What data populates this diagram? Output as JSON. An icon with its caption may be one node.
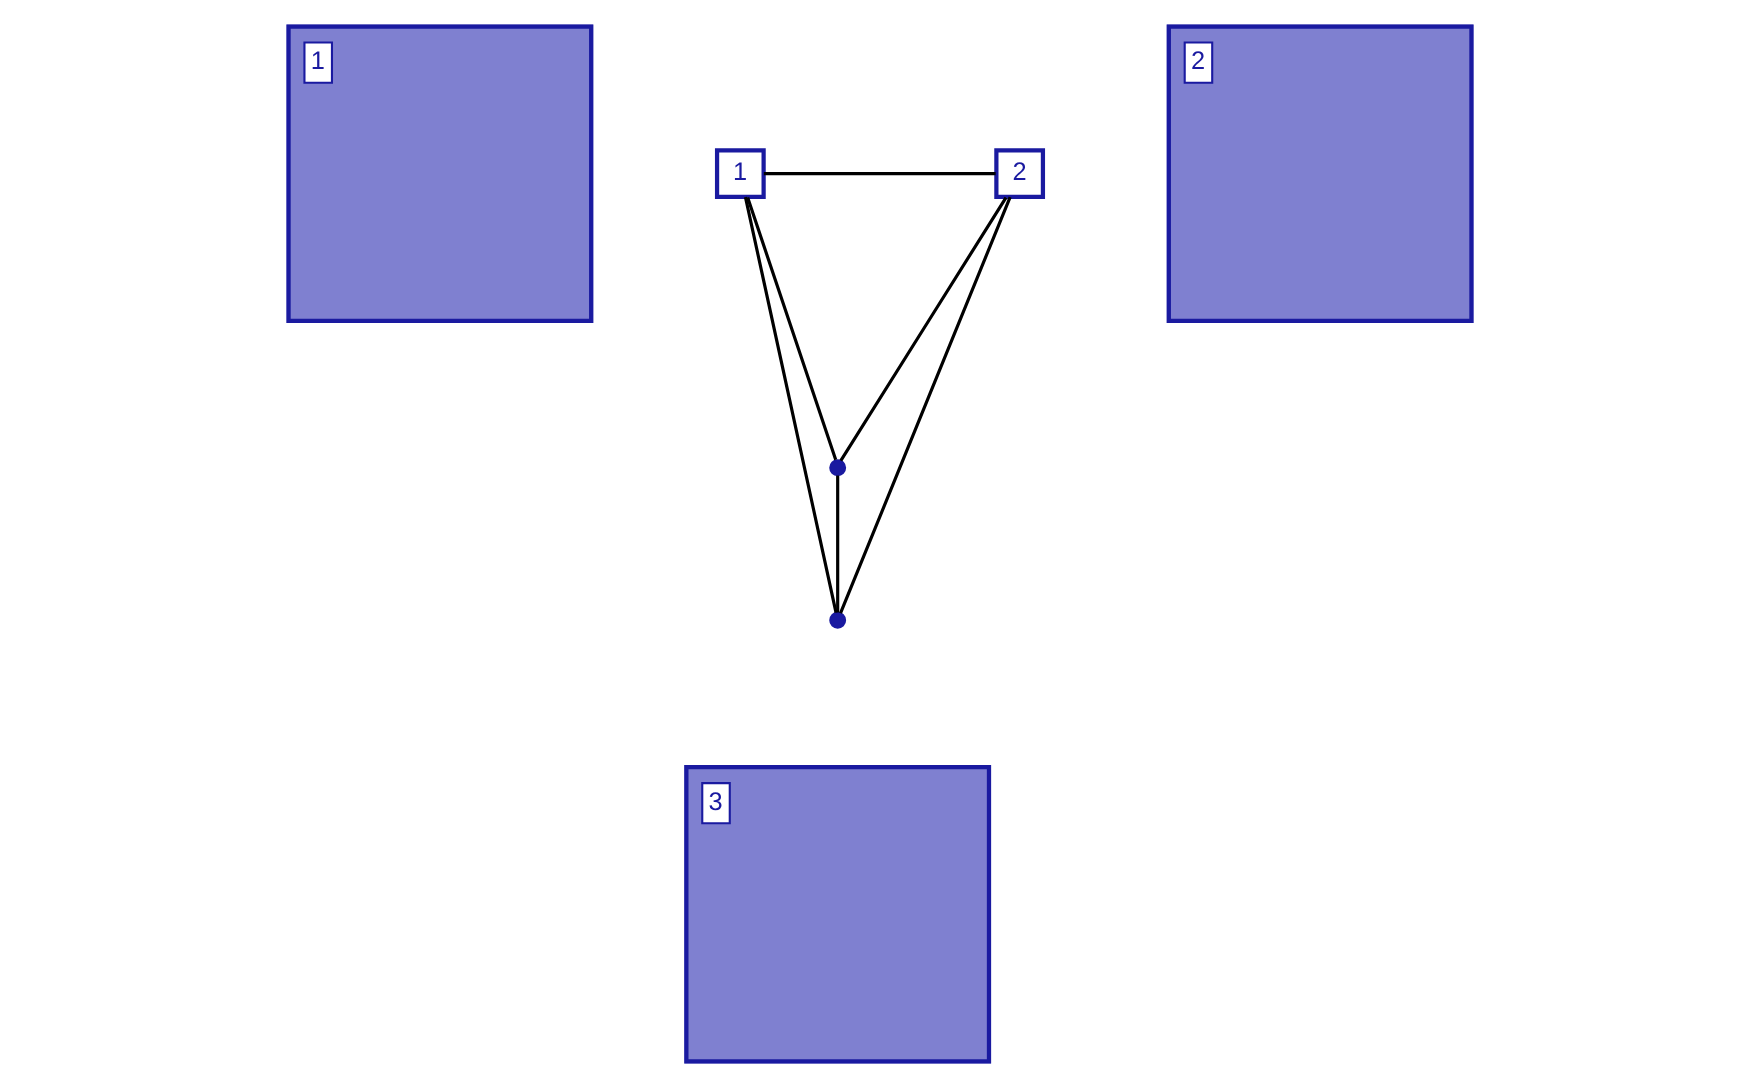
{
  "diagram": {
    "nodes": [
      {
        "text": [
          "1"
        ]
      },
      {
        "text": [
          "1"
        ]
      },
      {
        "text": [
          "2"
        ]
      },
      {
        "text": [
          "2"
        ]
      },
      {
        "text": [],
        "shape": "circle"
      },
      {
        "text": [],
        "shape": "circle"
      },
      {
        "text": [
          "3"
        ]
      }
    ],
    "edges": [
      {
        "from": 1,
        "to": 3,
        "arrow": "none"
      },
      {
        "from": 1,
        "to": 4,
        "arrow": "none"
      },
      {
        "from": 3,
        "to": 4,
        "arrow": "none"
      },
      {
        "from": 4,
        "to": 5,
        "arrow": "none"
      },
      {
        "from": 1,
        "to": 5,
        "arrow": "none"
      },
      {
        "from": 3,
        "to": 5,
        "arrow": "none"
      }
    ]
  }
}
